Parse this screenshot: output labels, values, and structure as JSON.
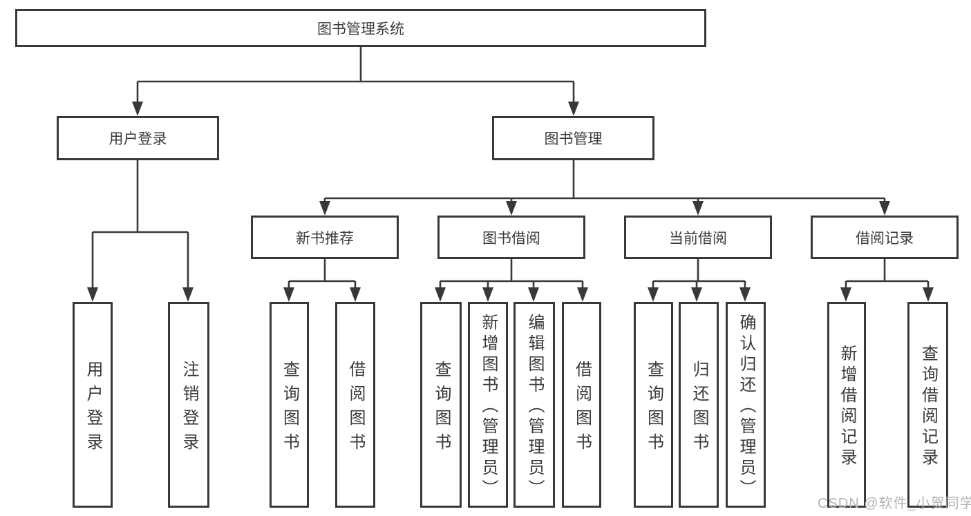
{
  "tree": {
    "root": {
      "label": "图书管理系统"
    },
    "branches": [
      {
        "label": "用户登录",
        "children": [
          {
            "label": "用户登录"
          },
          {
            "label": "注销登录"
          }
        ]
      },
      {
        "label": "图书管理",
        "children": [
          {
            "label": "新书推荐",
            "children": [
              {
                "label": "查询图书"
              },
              {
                "label": "借阅图书"
              }
            ]
          },
          {
            "label": "图书借阅",
            "children": [
              {
                "label": "查询图书"
              },
              {
                "label": "新增图书（管理员）"
              },
              {
                "label": "编辑图书（管理员）"
              },
              {
                "label": "借阅图书"
              }
            ]
          },
          {
            "label": "当前借阅",
            "children": [
              {
                "label": "查询图书"
              },
              {
                "label": "归还图书"
              },
              {
                "label": "确认归还（管理员）"
              }
            ]
          },
          {
            "label": "借阅记录",
            "children": [
              {
                "label": "新增借阅记录"
              },
              {
                "label": "查询借阅记录"
              }
            ]
          }
        ]
      }
    ]
  },
  "watermark": {
    "text": "CSDN @软件_小贺同学"
  },
  "colors": {
    "line": "#383838",
    "text": "#3a3a3a",
    "watermark": "#b4b4b4",
    "background": "#ffffff"
  }
}
